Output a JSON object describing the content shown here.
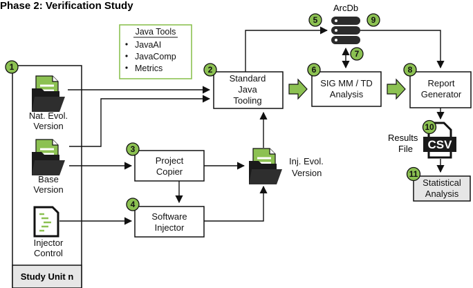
{
  "title": "Phase 2: Verification Study",
  "study_unit": {
    "footer": "Study Unit n"
  },
  "java_tools": {
    "title": "Java Tools",
    "items": [
      "JavaAI",
      "JavaComp",
      "Metrics"
    ]
  },
  "documents": {
    "nat_evol": [
      "Nat. Evol.",
      "Version"
    ],
    "base": [
      "Base",
      "Version"
    ],
    "injector_control": [
      "Injector",
      "Control"
    ],
    "inj_evol": [
      "Inj. Evol.",
      "Version"
    ]
  },
  "boxes": {
    "standard_java_tooling": [
      "Standard",
      "Java",
      "Tooling"
    ],
    "project_copier": [
      "Project",
      "Copier"
    ],
    "software_injector": [
      "Software",
      "Injector"
    ],
    "sig_analysis": [
      "SIG MM / TD",
      "Analysis"
    ],
    "report_generator": [
      "Report",
      "Generator"
    ],
    "statistical_analysis": [
      "Statistical",
      "Analysis"
    ]
  },
  "database": {
    "label": "ArcDb"
  },
  "results_file": {
    "label": [
      "Results",
      "File"
    ],
    "format": "CSV"
  },
  "badges": [
    "1",
    "2",
    "3",
    "4",
    "5",
    "6",
    "7",
    "8",
    "9",
    "10",
    "11"
  ],
  "colors": {
    "badge": "#8cc152",
    "block_arrow": "#8cc152",
    "doc_icon": "#8cc152",
    "db": "#2b2b2b"
  },
  "icons": [
    "document-folder-icon",
    "code-document-icon",
    "database-icon",
    "csv-file-icon",
    "block-arrow-icon"
  ]
}
